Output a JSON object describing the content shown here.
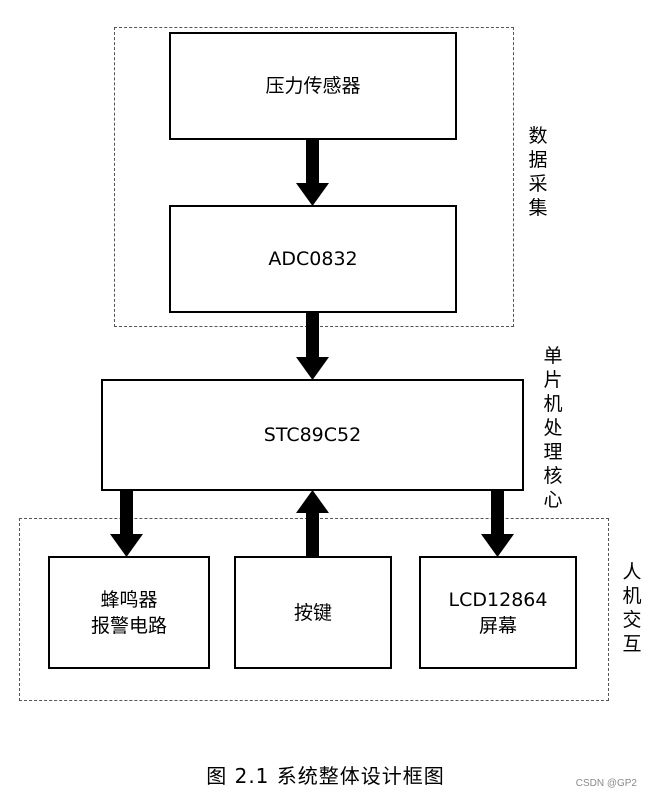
{
  "boxes": {
    "sensor": "压力传感器",
    "adc": "ADC0832",
    "mcu": "STC89C52",
    "buzzer_line1": "蜂鸣器",
    "buzzer_line2": "报警电路",
    "keys": "按键",
    "lcd_line1": "LCD12864",
    "lcd_line2": "屏幕"
  },
  "groups": {
    "acquisition": [
      "数",
      "据",
      "采",
      "集"
    ],
    "processing": [
      "单",
      "片",
      "机",
      "处",
      "理",
      "核",
      "心"
    ],
    "interaction": [
      "人",
      "机",
      "交",
      "互"
    ]
  },
  "caption": "图 2.1  系统整体设计框图",
  "watermark": "CSDN @GP2"
}
